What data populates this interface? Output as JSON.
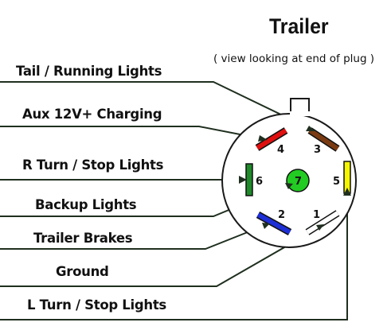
{
  "title": "Trailer",
  "subtitle": "( view looking at end of plug )",
  "labels": {
    "tail": "Tail / Running Lights",
    "aux": "Aux 12V+ Charging",
    "rturn": "R Turn / Stop Lights",
    "backup": "Backup Lights",
    "brakes": "Trailer Brakes",
    "ground": "Ground",
    "lturn": "L Turn / Stop Lights"
  },
  "pins": {
    "p1": "1",
    "p2": "2",
    "p3": "3",
    "p4": "4",
    "p5": "5",
    "p6": "6",
    "p7": "7"
  },
  "colors": {
    "pin1": "#ffffff",
    "pin2": "#1e2fd6",
    "pin3": "#7a3b12",
    "pin4": "#e01010",
    "pin5": "#f5f500",
    "pin6": "#1f8a2a",
    "pin7": "#22cc22"
  }
}
